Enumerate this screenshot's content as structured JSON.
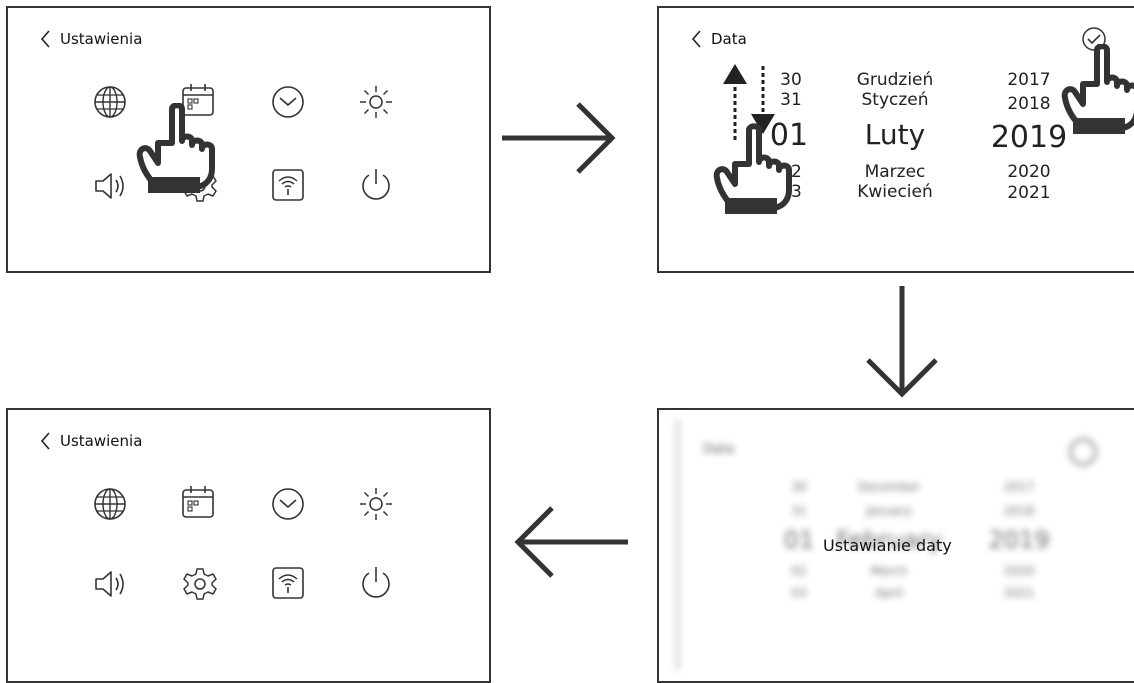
{
  "panel1": {
    "title": "Ustawienia"
  },
  "panel2": {
    "title": "Data",
    "days": [
      "30",
      "31",
      "01",
      "02",
      "03"
    ],
    "months": [
      "Grudzień",
      "Styczeń",
      "Luty",
      "Marzec",
      "Kwiecień"
    ],
    "years": [
      "2017",
      "2018",
      "2019",
      "2020",
      "2021"
    ]
  },
  "panel3": {
    "toast": "Ustawianie daty",
    "blurred_title": "Data",
    "days": [
      "30",
      "31",
      "01",
      "02",
      "03"
    ],
    "months": [
      "December",
      "January",
      "February",
      "March",
      "April"
    ],
    "years": [
      "2017",
      "2018",
      "2019",
      "2020",
      "2021"
    ]
  },
  "panel4": {
    "title": "Ustawienia"
  },
  "icons": [
    "globe-icon",
    "calendar-icon",
    "clock-icon",
    "brightness-icon",
    "speaker-icon",
    "gear-icon",
    "wifi-icon",
    "power-icon"
  ],
  "colors": {
    "stroke": "#333333",
    "background": "#ffffff"
  }
}
